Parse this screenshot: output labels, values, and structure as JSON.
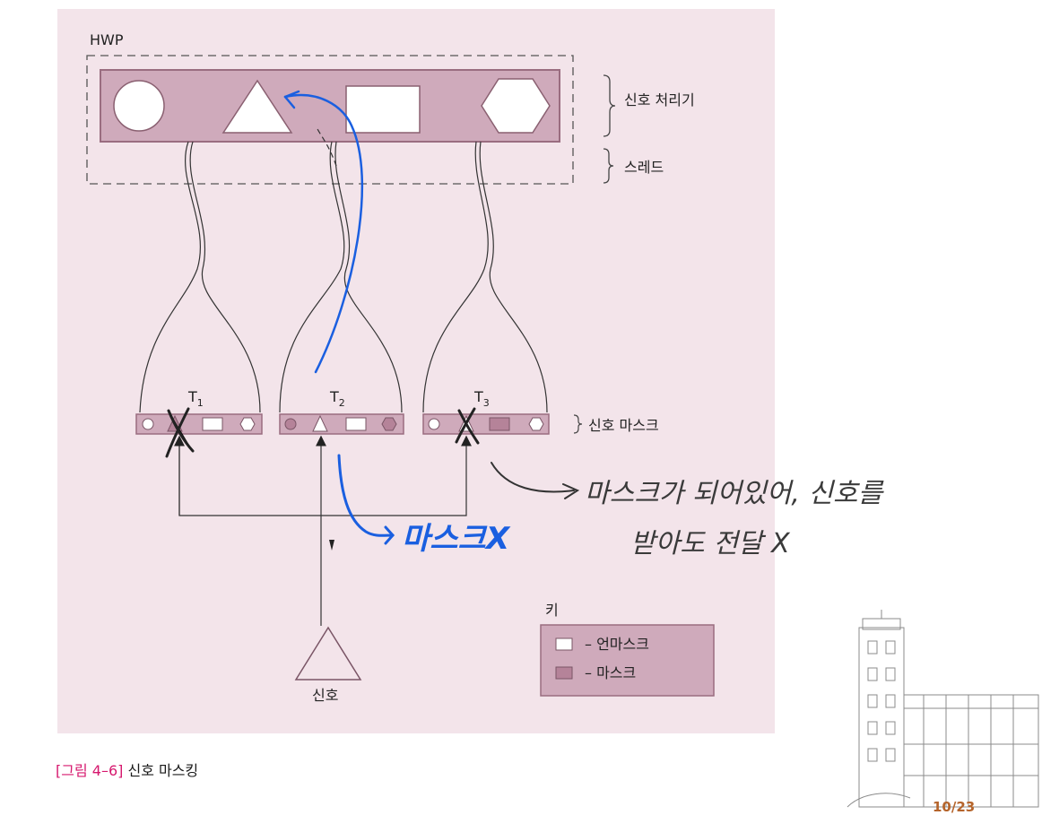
{
  "diagram": {
    "hwp_label": "HWP",
    "brace_labels": {
      "signal_handler": "신호 처리기",
      "thread": "스레드",
      "signal_mask": "신호 마스크"
    },
    "threads": [
      {
        "label": "T",
        "sub": "1",
        "masked_shape": "triangle",
        "crossed": true
      },
      {
        "label": "T",
        "sub": "2",
        "masked_shape": "circle",
        "crossed": false
      },
      {
        "label": "T",
        "sub": "3",
        "masked_shape": "rect",
        "crossed": true
      }
    ],
    "signal_label": "신호",
    "key": {
      "title": "키",
      "unmasked": "– 언마스크",
      "masked": "– 마스크"
    }
  },
  "annotations": {
    "blue_note": "마스크X",
    "handwritten_line1": "마스크가 되어있어, 신호를",
    "handwritten_line2": "받아도 전달 X"
  },
  "caption": {
    "label": "[그림 4–6]",
    "text": "신호 마스킹"
  },
  "page_number": "10/23",
  "colors": {
    "diagram_bg": "#f3e4ea",
    "band": "#cfaabb",
    "band_border": "#9a6d80",
    "blue_ink": "#1a5fe0",
    "pencil": "#333333",
    "caption_label": "#d6186e"
  }
}
